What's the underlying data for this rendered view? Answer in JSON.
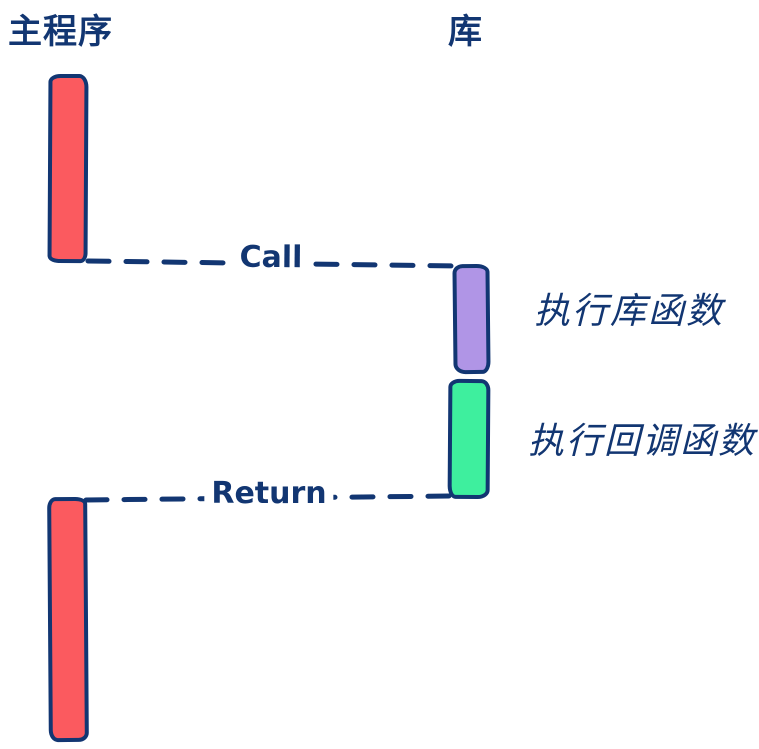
{
  "diagram": {
    "left_lane_label": "主程序",
    "right_lane_label": "库",
    "call_label": "Call",
    "return_label": "Return",
    "annotation_lib": "执行库函数",
    "annotation_callback": "执行回调函数",
    "colors": {
      "outline": "#123672",
      "red": "#fb5a5f",
      "purple": "#b095e6",
      "green": "#3eef9e",
      "background": "#ffffff"
    }
  }
}
